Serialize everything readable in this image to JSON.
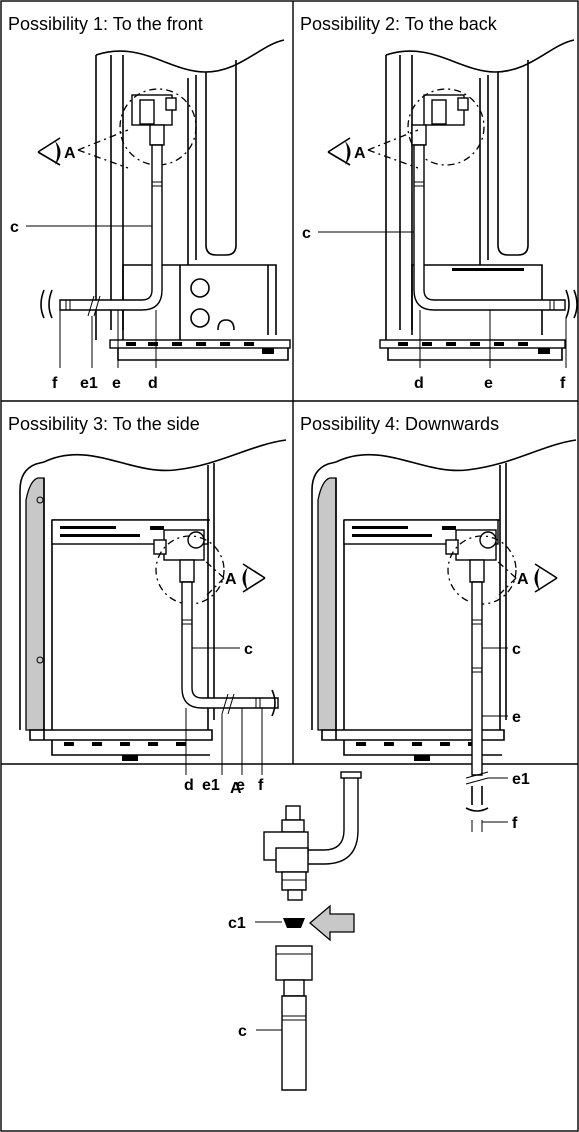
{
  "panels": [
    {
      "caption": "Possibility 1: To the front",
      "labels": {
        "A": "A",
        "c": "c",
        "f": "f",
        "e1": "e1",
        "e": "e",
        "d": "d"
      }
    },
    {
      "caption": "Possibility 2: To the back",
      "labels": {
        "A": "A",
        "c": "c",
        "d": "d",
        "e": "e",
        "f": "f"
      }
    },
    {
      "caption": "Possibility 3: To the side",
      "labels": {
        "A": "A",
        "c": "c",
        "d": "d",
        "e1": "e1",
        "e": "e",
        "f": "f"
      }
    },
    {
      "caption": "Possibility 4: Downwards",
      "labels": {
        "A": "A",
        "c": "c",
        "e": "e",
        "e1": "e1",
        "f": "f"
      }
    }
  ],
  "detail": {
    "labels": {
      "A": "A",
      "c1": "c1",
      "c": "c"
    }
  },
  "colors": {
    "line": "#000000",
    "arrow_fill": "#c8c8c8",
    "background": "#ffffff"
  }
}
